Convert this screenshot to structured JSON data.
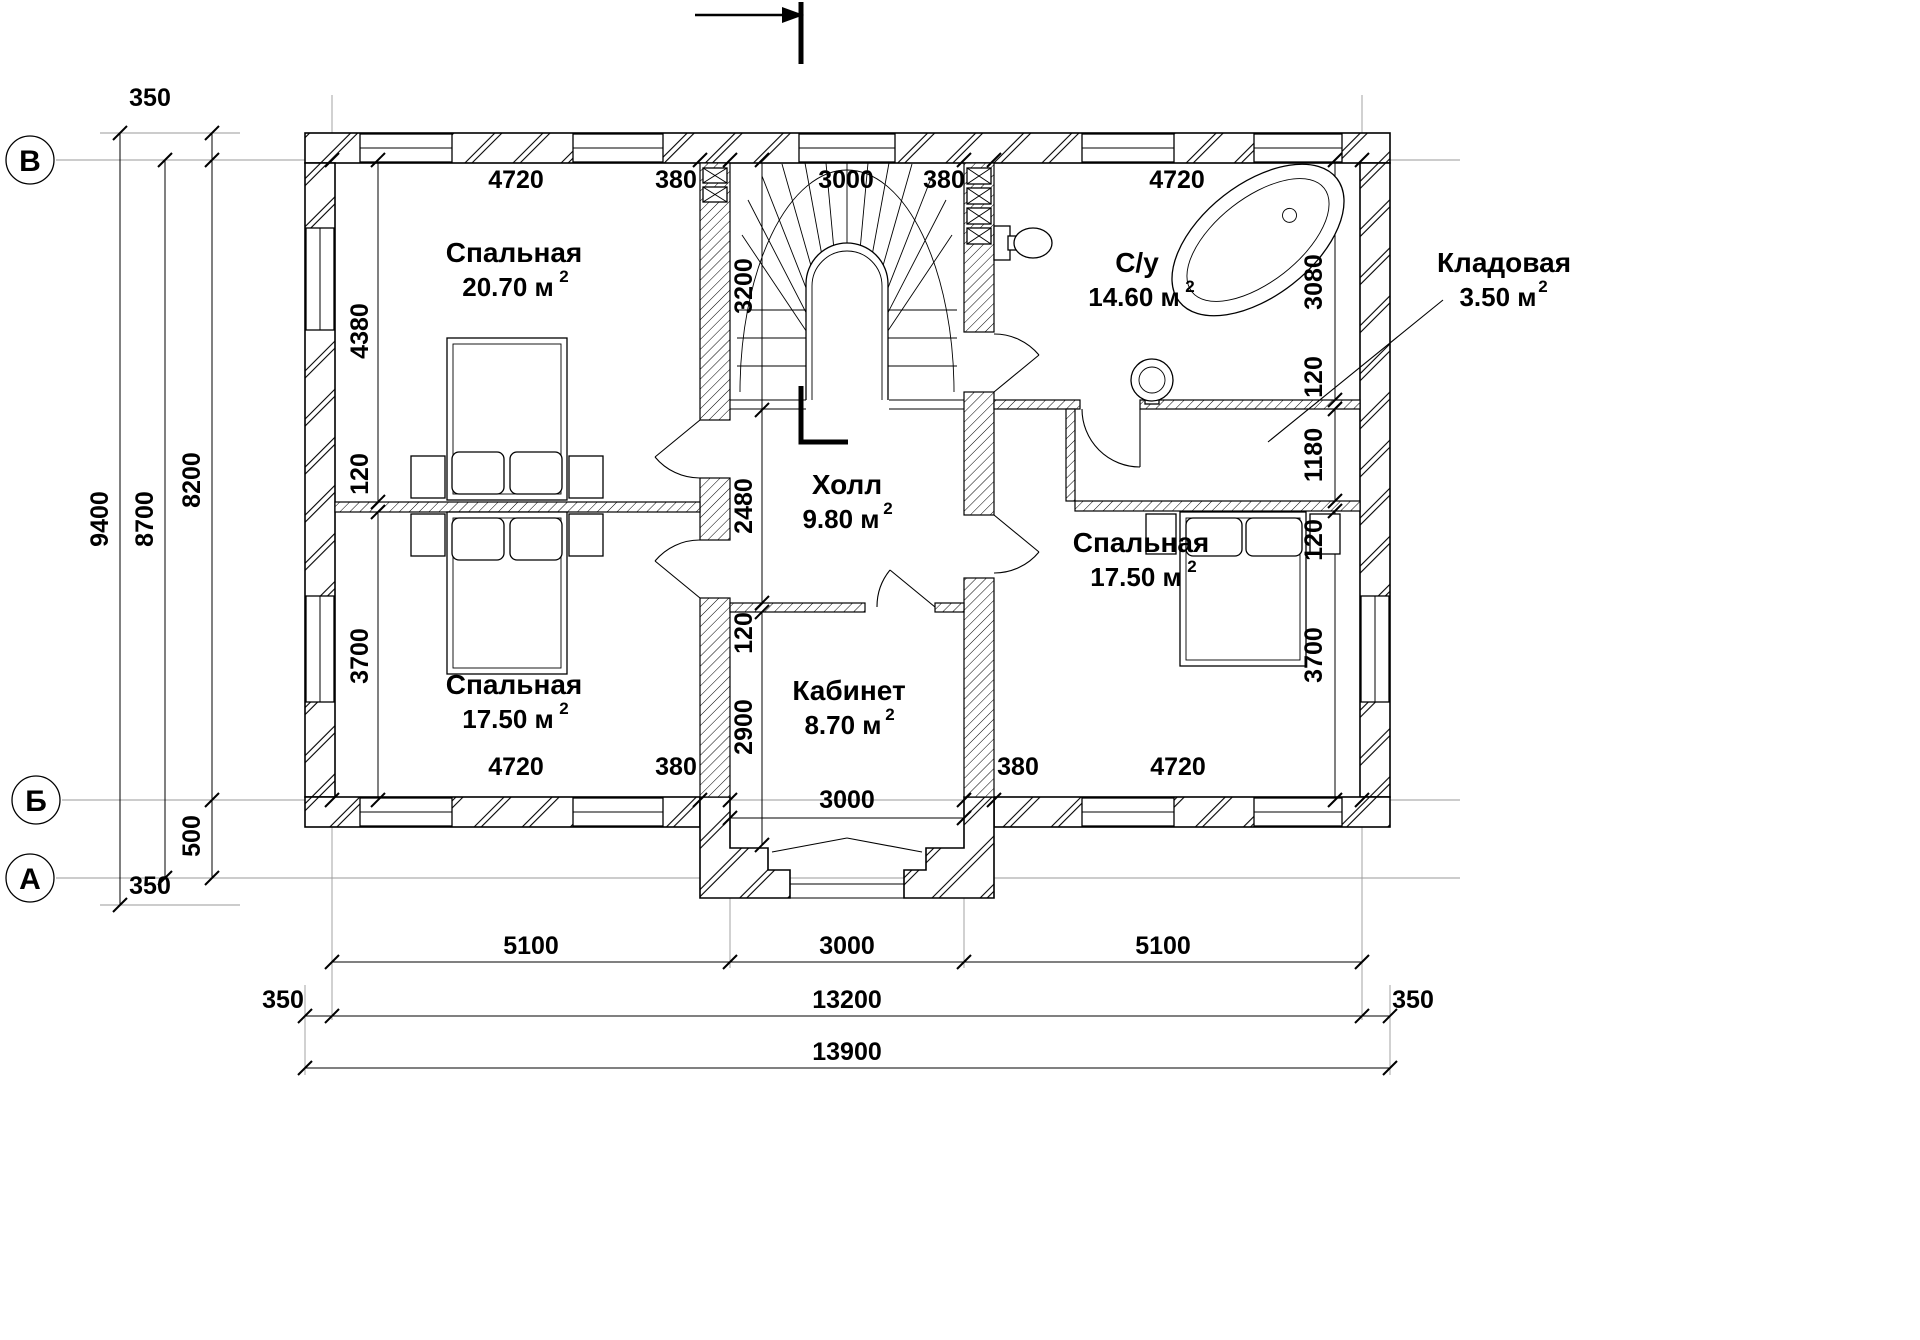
{
  "plan": {
    "axes": {
      "v": "В",
      "b": "Б",
      "a": "А"
    },
    "sup": "2",
    "rooms": {
      "bedroom1": {
        "name": "Спальная",
        "area": "20.70 м"
      },
      "bedroom2": {
        "name": "Спальная",
        "area": "17.50 м"
      },
      "bedroom3": {
        "name": "Спальная",
        "area": "17.50 м"
      },
      "bathroom": {
        "name": "С/у",
        "area": "14.60 м"
      },
      "storage": {
        "name": "Кладовая",
        "area": "3.50 м"
      },
      "hall": {
        "name": "Холл",
        "area": "9.80 м"
      },
      "office": {
        "name": "Кабинет",
        "area": "8.70 м"
      }
    },
    "dims": {
      "top": {
        "a": "4720",
        "b": "380",
        "c": "3000",
        "d": "380",
        "e": "4720"
      },
      "bottom_inner": {
        "a": "4720",
        "b": "380",
        "c": "3000",
        "d": "380",
        "e": "4720"
      },
      "left": {
        "margin_top": "350",
        "total": "9400",
        "span_outer": "8700",
        "span_axes": "8200",
        "porch": "500",
        "margin_bottom": "350"
      },
      "left_inner": {
        "a": "4380",
        "b": "120",
        "c": "3700"
      },
      "center": {
        "a": "3200",
        "b": "2480",
        "c": "120",
        "d": "2900"
      },
      "right_inner": {
        "a": "3080",
        "b": "120",
        "c": "1180",
        "d": "120",
        "e": "3700"
      },
      "bottom_row1": {
        "a": "5100",
        "b": "3000",
        "c": "5100"
      },
      "bottom_row2": {
        "a": "350",
        "b": "13200",
        "c": "350"
      },
      "bottom_row3": {
        "a": "13900"
      }
    }
  }
}
